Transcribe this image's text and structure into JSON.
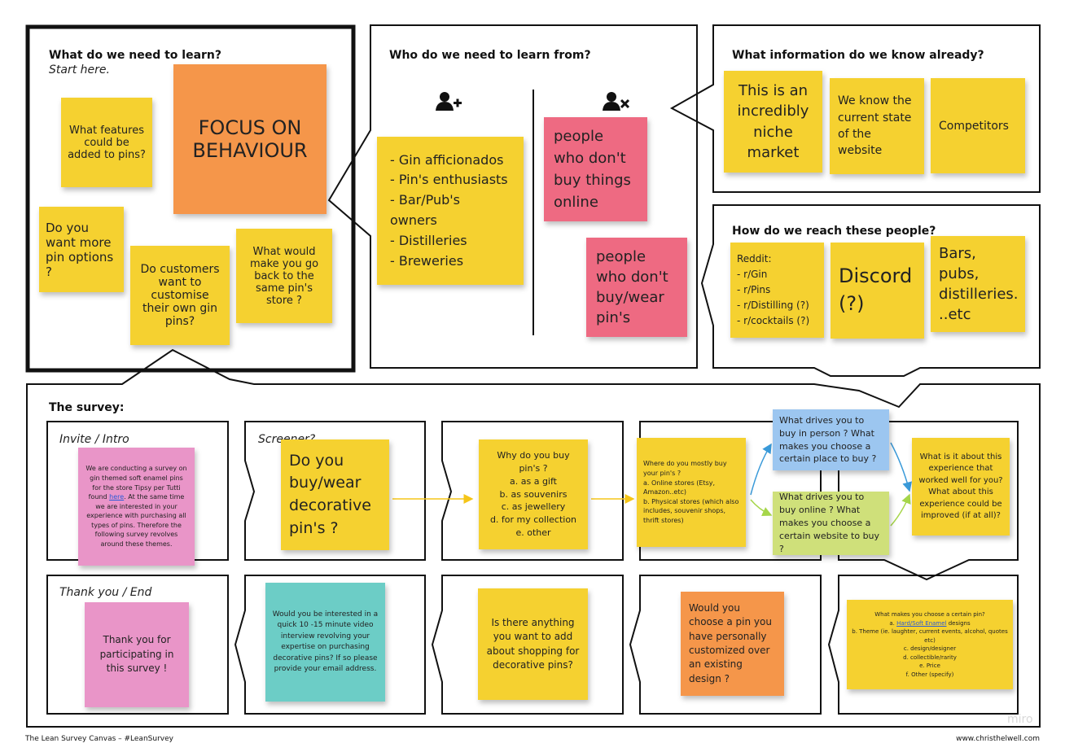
{
  "sections": {
    "learn": {
      "title": "What do we need to learn?",
      "subtitle": "Start here."
    },
    "who": {
      "title": "Who do we need to learn from?"
    },
    "know": {
      "title": "What information do we know already?"
    },
    "reach": {
      "title": "How do we reach these people?"
    },
    "survey": {
      "title": "The survey:"
    }
  },
  "icons": {
    "include": "add-person-icon",
    "exclude": "remove-person-icon"
  },
  "stickies": {
    "learn_1": "What features could be added to pins?",
    "learn_focus": "FOCUS ON BEHAVIOUR",
    "learn_2": "Do you want more pin options ?",
    "learn_3": "Do customers want to customise their own gin pins?",
    "learn_4": "What would make you go back to the same pin's store ?",
    "who_include": "- Gin afficionados\n- Pin's enthusiasts\n- Bar/Pub's owners\n- Distilleries\n- Breweries",
    "who_exclude_1": "people who don't buy things online",
    "who_exclude_2": "people who don't buy/wear pin's",
    "know_1": "This is an incredibly niche market",
    "know_2": "We know the current state of the website",
    "know_3": "Competitors",
    "reach_1": "Reddit:\n- r/Gin\n- r/Pins\n- r/Distilling (?)\n- r/cocktails (?)",
    "reach_2": "Discord (?)",
    "reach_3": "Bars, pubs, distilleries. ..etc"
  },
  "survey": {
    "step_labels": {
      "invite": "Invite / Intro",
      "screener": "Screener?",
      "thankyou": "Thank you / End"
    },
    "intro_before_link": "We are conducting a survey on gin themed soft enamel pins for the store Tipsy per Tutti found ",
    "intro_link": "here",
    "intro_after_link": ". At the same time we are interested in your experience with purchasing all types of pins. Therefore the following survey revolves around these themes.",
    "screener_q": "Do you buy/wear decorative pin's ?",
    "why_q": "Why do you buy pin's ?\na. as a gift\nb. as souvenirs\nc. as jewellery\nd. for my collection\ne. other",
    "where_q": "Where do you mostly buy your pin's ?\na.  Online stores (Etsy, Amazon..etc)\nb. Physical stores (which also includes, souvenir shops, thrift stores)",
    "in_person_q": "What drives you to buy in person ? What makes you choose a certain place to buy ?",
    "online_q": "What drives you to buy online ? What makes you choose a certain website to buy ?",
    "experience_q": "What is it about this experience that worked well for you? What about this experience could be improved (if at all)?",
    "choose_q_title": "What makes you choose a certain pin?",
    "choose_q_a_prefix": "a. ",
    "choose_q_a_link": "Hard/Soft Enamel",
    "choose_q_a_suffix": " designs",
    "choose_q_rest": "b. Theme (ie. laughter, current events, alcohol, quotes etc)\nc. design/designer\nd. collectible/rarity\ne. Price\nf. Other (specify)",
    "customized_q": "Would you choose a pin you have personally customized over an existing design ?",
    "anything_q": "Is there anything you want to add about shopping for decorative pins?",
    "interview_q": "Would you be interested in a quick 10 -15 minute video interview revolving your expertise on purchasing decorative pins?  If so please provide your email address.",
    "thanks": "Thank you for participating in this survey !"
  },
  "footer": {
    "left": "The Lean Survey Canvas – #LeanSurvey",
    "right": "www.christhelwell.com",
    "watermark": "miro"
  },
  "colors": {
    "yellow": "#f5d130",
    "orange": "#f5964a",
    "pink": "#ee6a82",
    "light_pink": "#e995c8",
    "blue": "#9cc6f0",
    "green": "#cfe07a",
    "teal": "#6ccdc6",
    "arrow_yellow": "#f5c518",
    "arrow_blue": "#3a9ad9",
    "arrow_green": "#a6d64a"
  }
}
